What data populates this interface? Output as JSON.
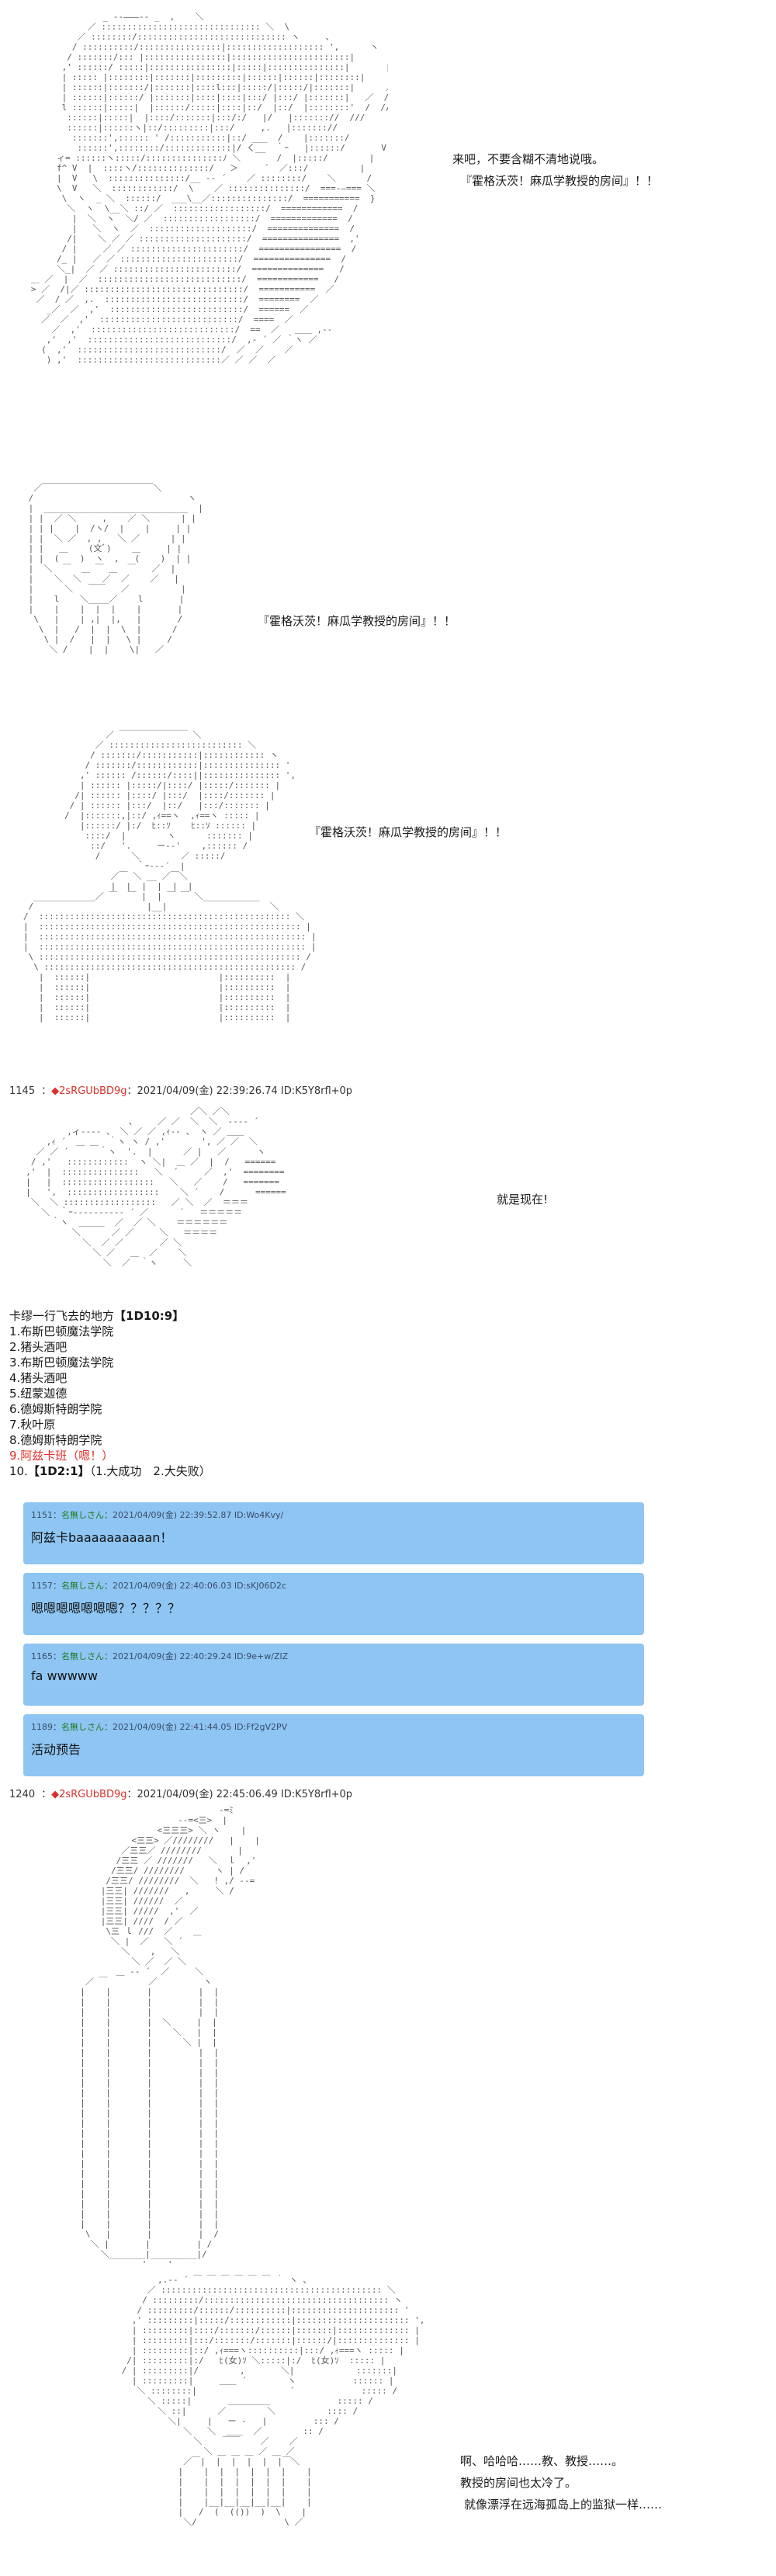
{
  "panel1": {
    "lines": [
      "来吧，不要含糊不清地说哦。",
      "『霍格沃茨！麻瓜学教授的房间』！！"
    ]
  },
  "panel2": {
    "line": "『霍格沃茨！麻瓜学教授的房间』！！"
  },
  "panel3": {
    "line": "『霍格沃茨！麻瓜学教授的房间』！！"
  },
  "post1145": {
    "number": "1145",
    "separator": "：",
    "name": "◆2sRGUbBD9g",
    "date": "：2021/04/09(金) 22:39:26.74 ID:K5Y8rfl+0p"
  },
  "panel4": {
    "line": "就是现在!"
  },
  "choice": {
    "title": "卡缪一行飞去的地方",
    "dice": "【1D10:9】",
    "options": [
      "1.布斯巴顿魔法学院",
      "2.猪头酒吧",
      "3.布斯巴顿魔法学院",
      "4.猪头酒吧",
      "5.纽蒙迦德",
      "6.德姆斯特朗学院",
      "7.秋叶原",
      "8.德姆斯特朗学院"
    ],
    "selected_option": "9.阿兹卡班（嗯！）",
    "result_prefix": "10.",
    "result_dice": "【1D2:1】",
    "result_text": "（1.大成功　2.大失败）"
  },
  "replies": [
    {
      "meta_num": "1151：",
      "meta_name": "名無しさん",
      "meta_rest": "：2021/04/09(金) 22:39:52.87 ID:Wo4Kvy/",
      "text": "阿兹卡baaaaaaaaaan！"
    },
    {
      "meta_num": "1157：",
      "meta_name": "名無しさん",
      "meta_rest": "：2021/04/09(金) 22:40:06.03 ID:sKJ06D2c",
      "text": "嗯嗯嗯嗯嗯嗯嗯？？？？？"
    },
    {
      "meta_num": "1165：",
      "meta_name": "名無しさん",
      "meta_rest": "：2021/04/09(金) 22:40:29.24 ID:9e+w/ZlZ",
      "text": "fa wwwww"
    },
    {
      "meta_num": "1189：",
      "meta_name": "名無しさん",
      "meta_rest": "：2021/04/09(金) 22:41:44.05 ID:Ff2gV2PV",
      "text": "活动预告"
    }
  ],
  "post1240": {
    "number": "1240",
    "separator": "：",
    "name": "◆2sRGUbBD9g",
    "date": "：2021/04/09(金) 22:45:06.49 ID:K5Y8rfl+0p"
  },
  "panel6": {
    "lines": [
      "啊、哈哈哈……教、教授……。",
      "教授的房间也太冷了。",
      "就像漂浮在远海孤岛上的监狱一样……"
    ]
  }
}
